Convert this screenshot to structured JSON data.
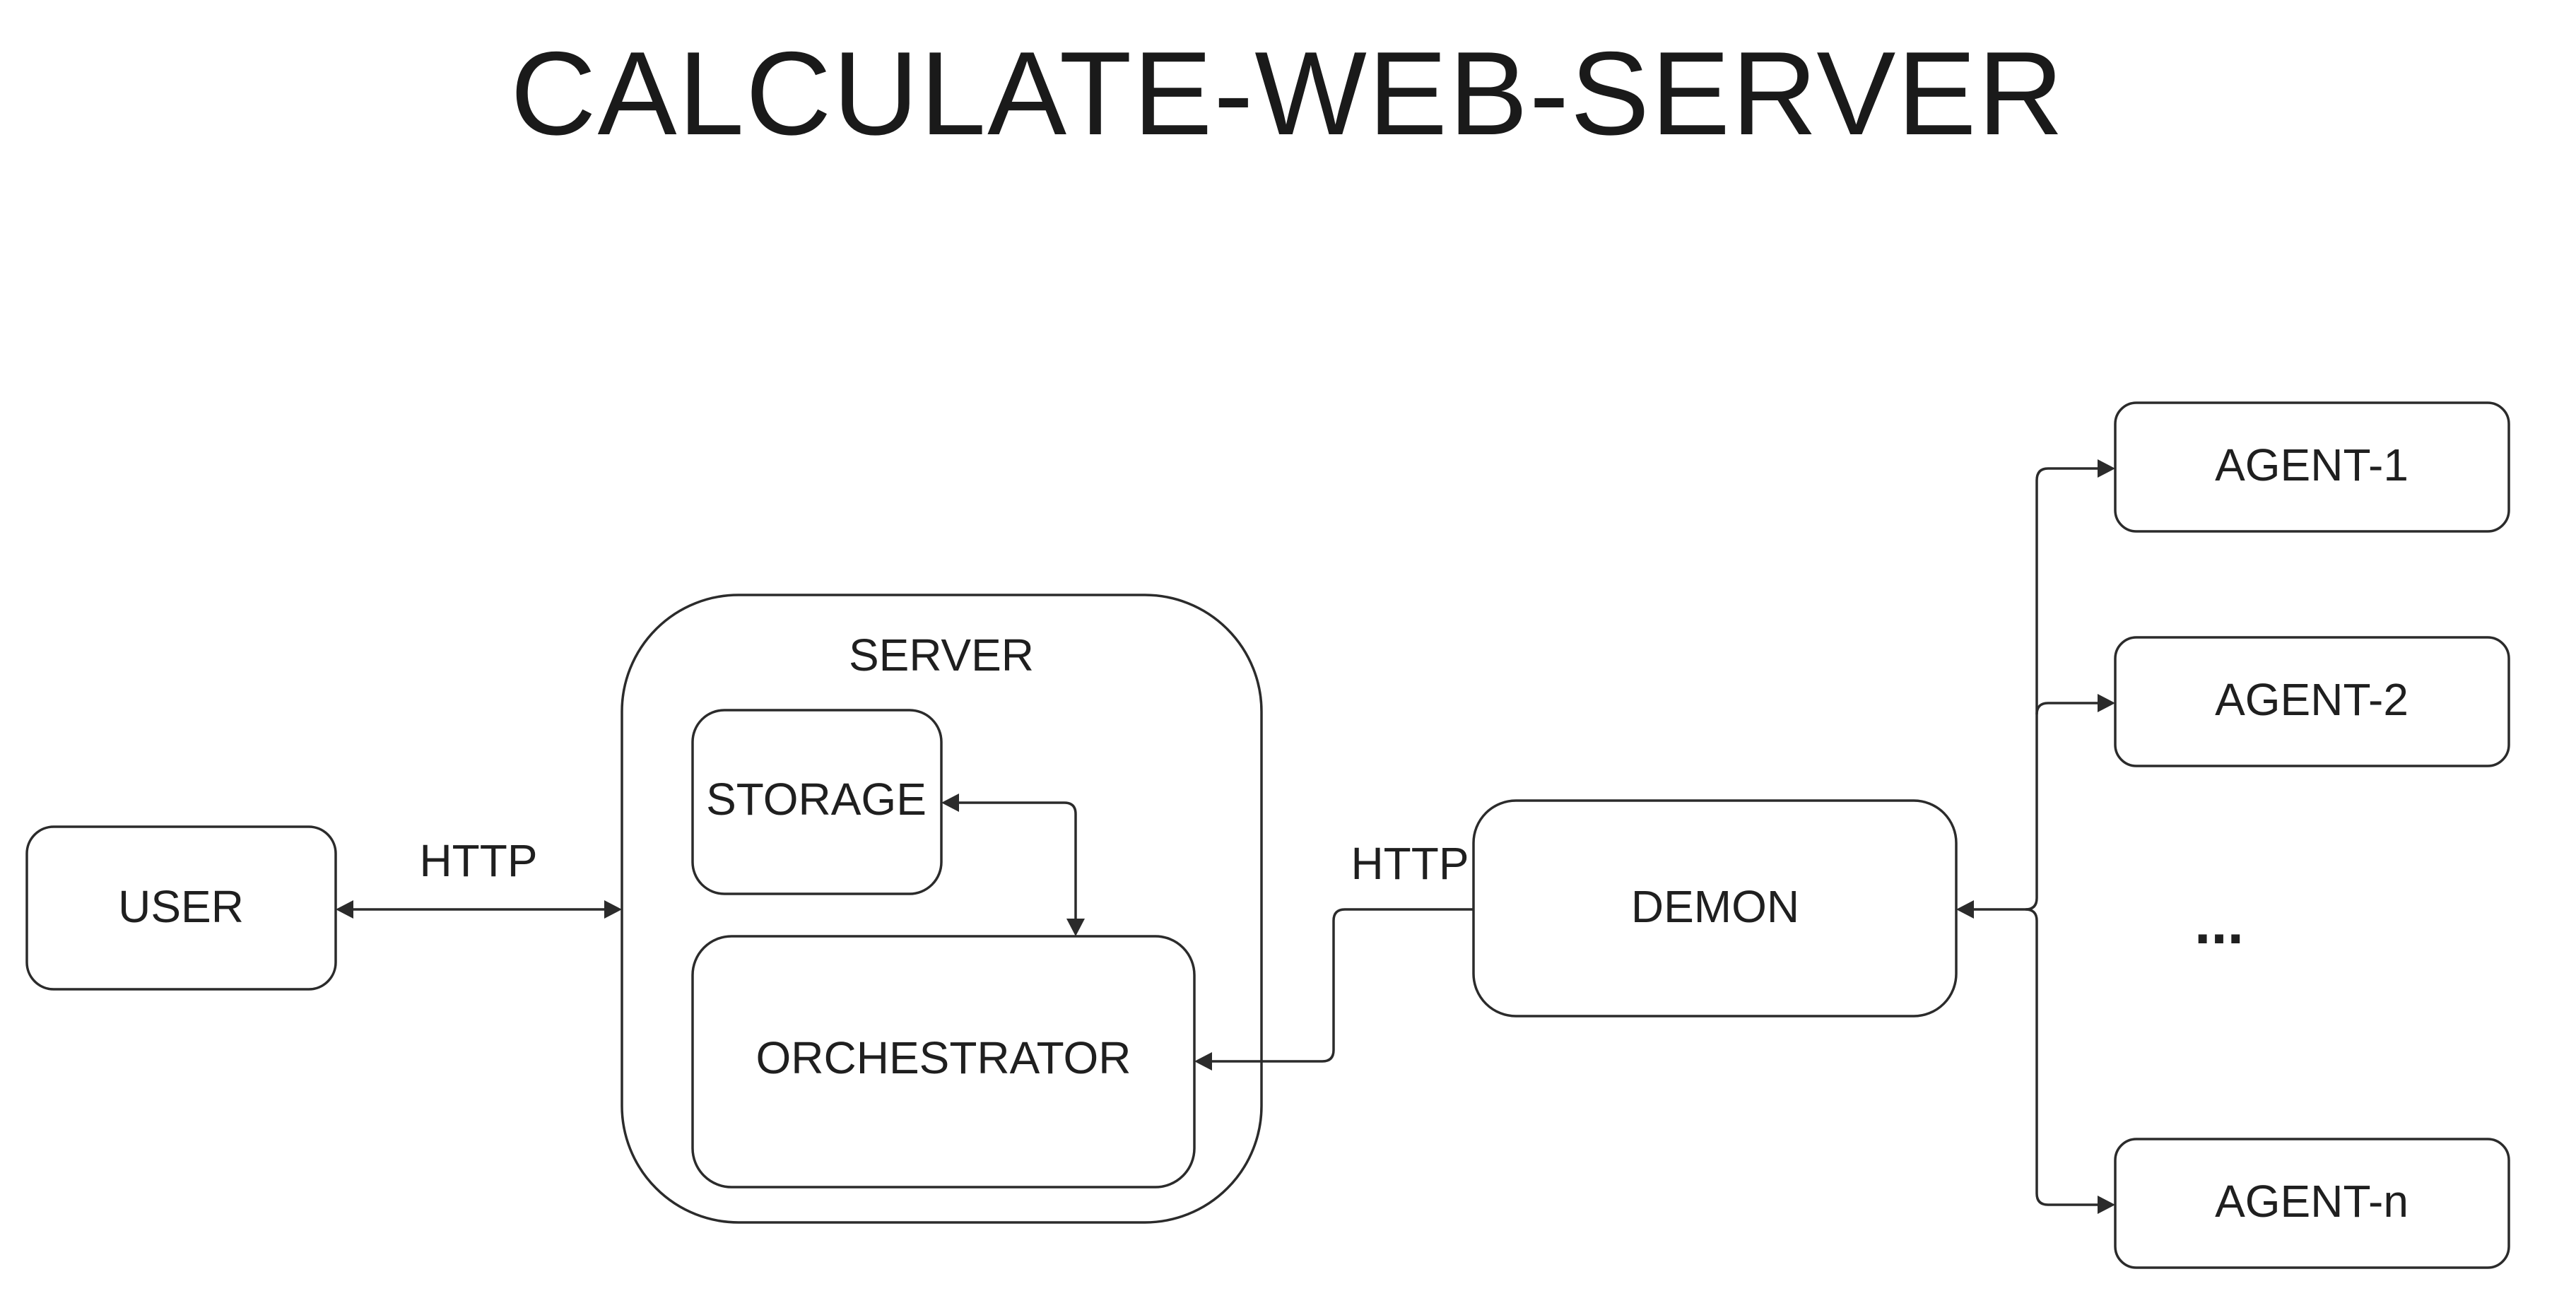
{
  "title": "CALCULATE-WEB-SERVER",
  "nodes": {
    "user": "USER",
    "server": "SERVER",
    "storage": "STORAGE",
    "orchestrator": "ORCHESTRATOR",
    "demon": "DEMON",
    "agent_1": "AGENT-1",
    "agent_2": "AGENT-2",
    "agent_n": "AGENT-n",
    "ellipsis": "..."
  },
  "edges": {
    "user_server": "HTTP",
    "demon_orchestrator": "HTTP"
  }
}
